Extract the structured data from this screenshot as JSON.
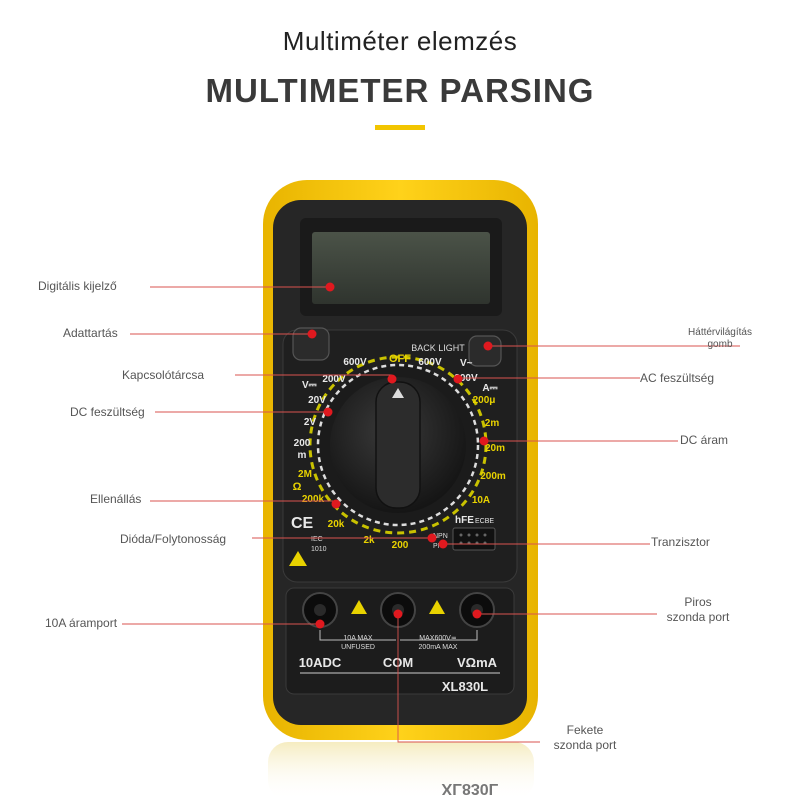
{
  "header": {
    "subtitle": "Multiméter elemzés",
    "title": "MULTIMETER PARSING"
  },
  "device": {
    "model": "XL830L",
    "model_reflection": "XL830L",
    "backlight": "BACK LIGHT",
    "off": "OFF",
    "ce": "CE",
    "iec": "IEC",
    "iec_num": "1010",
    "npn": "NPN",
    "pnp": "PNP",
    "hfe": "hFE",
    "ecbe": "ECBE",
    "volt_dc": "V⎓",
    "volt_ac": "V~",
    "amp_dc": "A⎓",
    "ohm": "Ω",
    "dial": {
      "v600_left": "600V",
      "v600_right": "600V",
      "v200_left": "200V",
      "v200_right": "200V",
      "v20": "20V",
      "v2": "2V",
      "mv200": "200",
      "m": "m",
      "r2m": "2M",
      "r200k": "200k",
      "r20k": "20k",
      "r2k": "2k",
      "r200": "200",
      "a200u": "200μ",
      "a2m": "2m",
      "a20m": "20m",
      "a200m": "200m",
      "a10": "10A"
    },
    "ports": {
      "left_note1": "10A  MAX",
      "left_note2": "UNFUSED",
      "right_note1": "MAX600V≂",
      "right_note2": "200mA  MAX",
      "label_10a": "10ADC",
      "label_com": "COM",
      "label_vma": "VΩmA"
    }
  },
  "callouts": {
    "display": "Digitális kijelző",
    "hold": "Adattartás",
    "backlight1": "Háttérvilágítás",
    "backlight2": "gomb",
    "dial": "Kapcsolótárcsa",
    "ac_voltage": "AC feszültség",
    "dc_voltage": "DC feszültség",
    "dc_current": "DC áram",
    "resistance": "Ellenállás",
    "diode": "Dióda/Folytonosság",
    "transistor": "Tranzisztor",
    "port_10a": "10A áramport",
    "red_probe1": "Piros",
    "red_probe2": "szonda port",
    "black_probe1": "Fekete",
    "black_probe2": "szonda port"
  }
}
